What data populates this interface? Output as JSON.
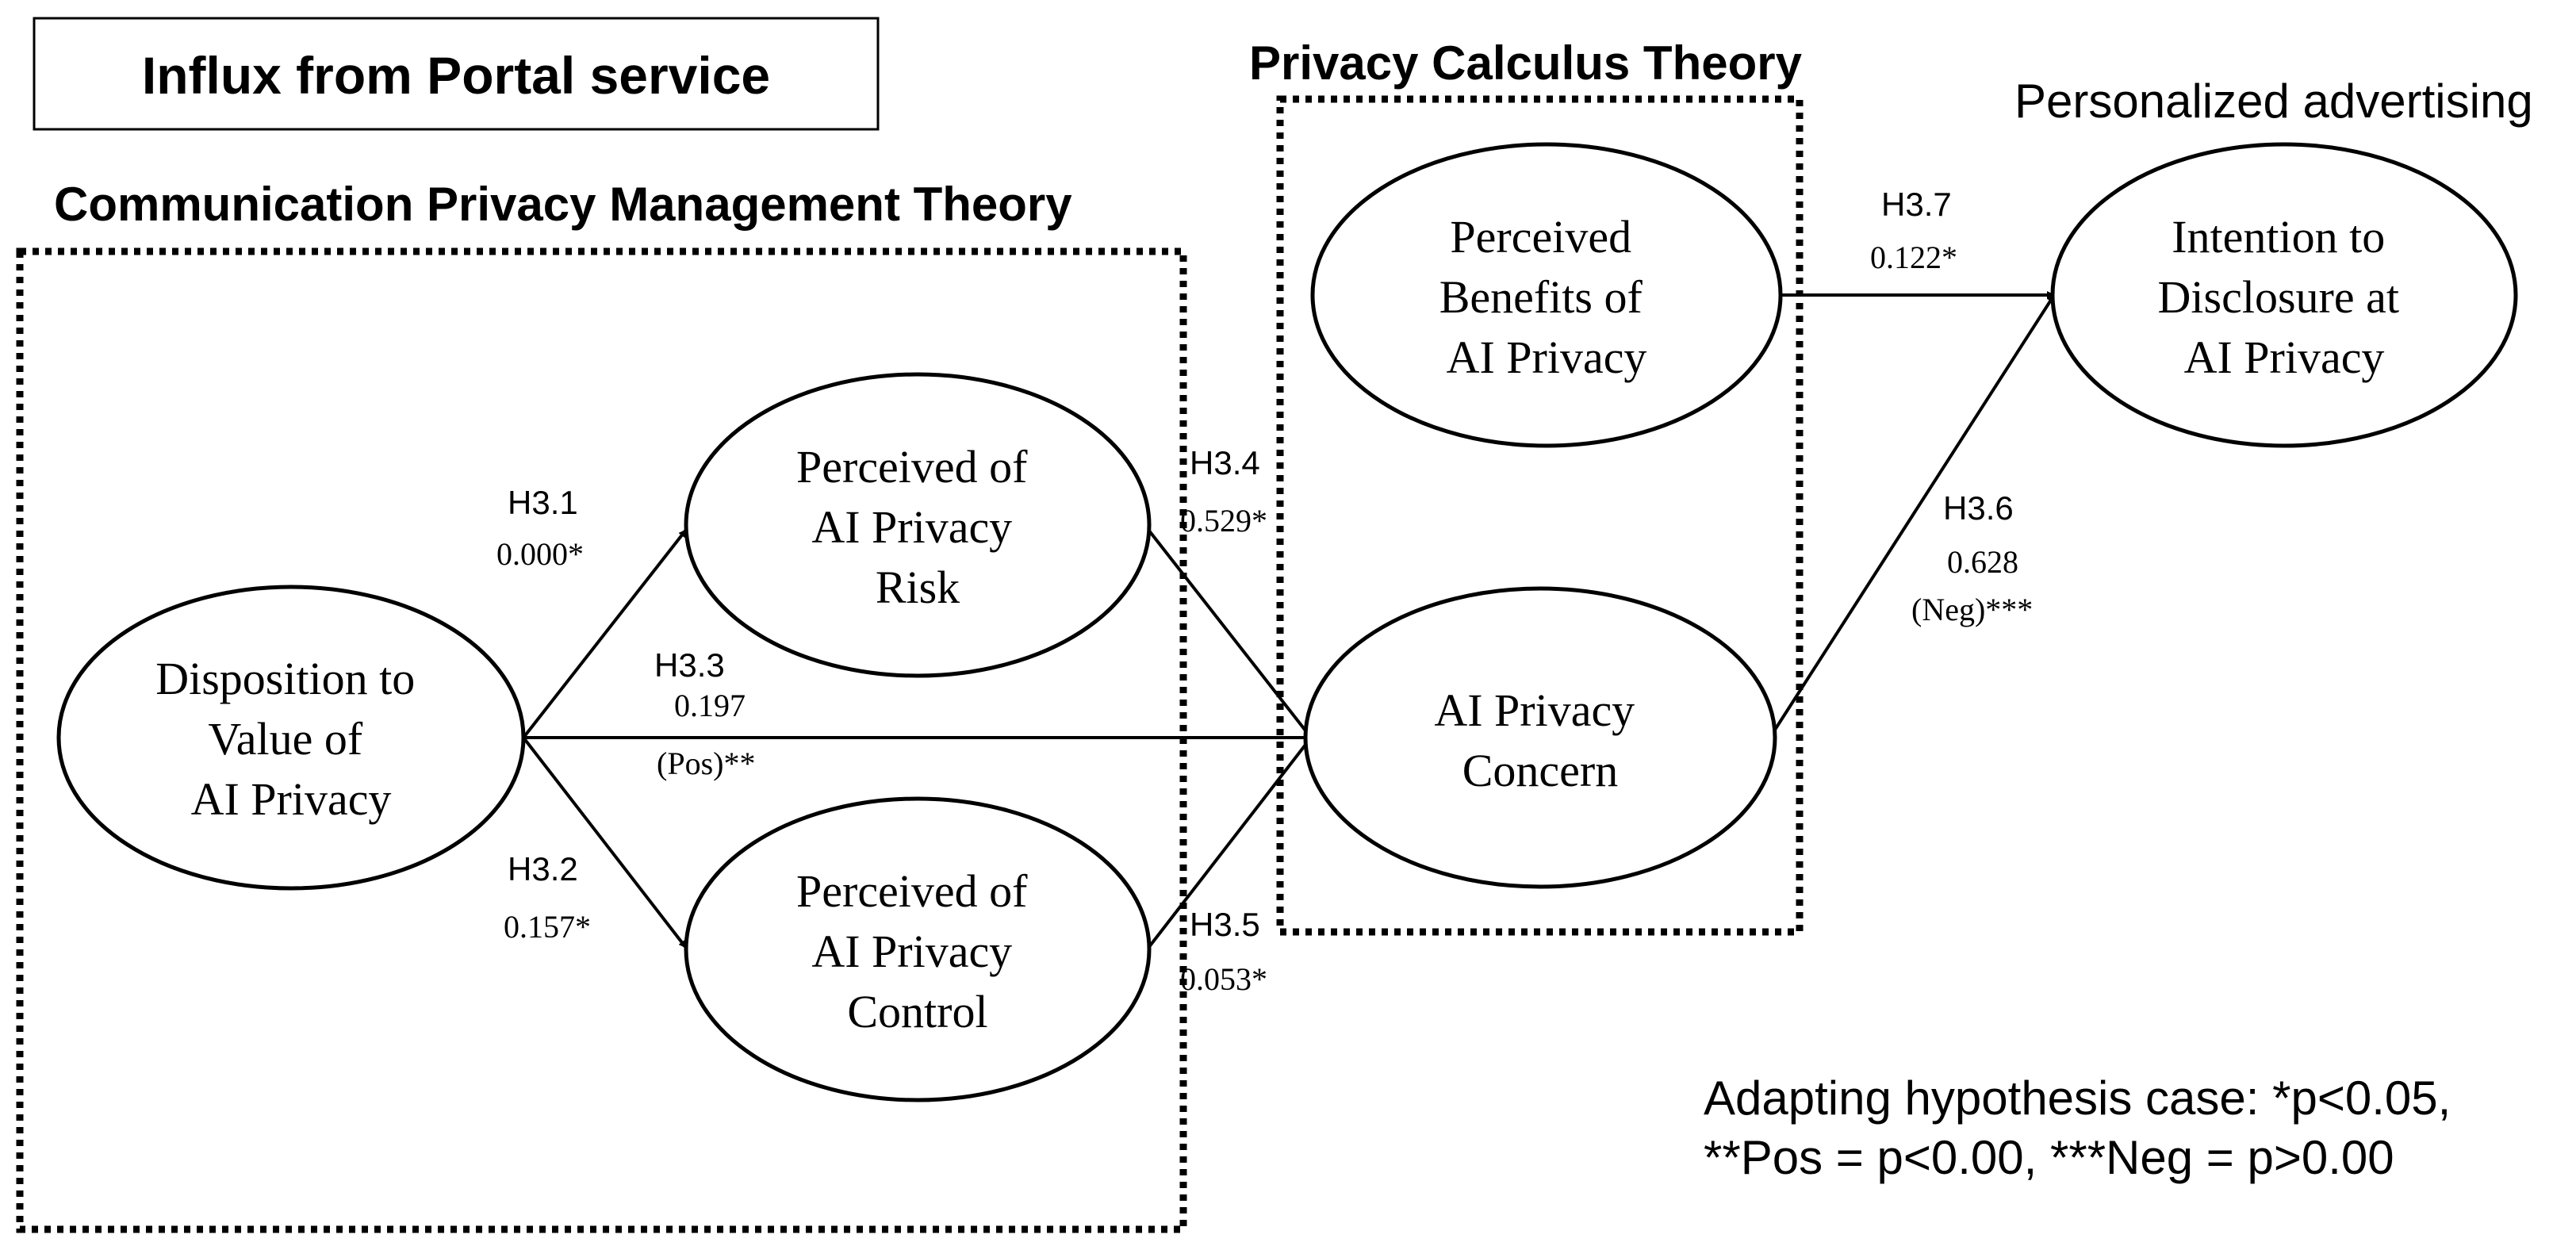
{
  "header": {
    "title": "Influx from Portal service"
  },
  "theories": {
    "cpm": "Communication Privacy Management Theory",
    "pc": "Privacy Calculus Theory"
  },
  "outcome_group": "Personalized advertising",
  "nodes": {
    "disposition": [
      "Disposition to",
      "Value of",
      "AI Privacy"
    ],
    "risk": [
      "Perceived of",
      "AI Privacy",
      "Risk"
    ],
    "control": [
      "Perceived of",
      "AI Privacy",
      "Control"
    ],
    "benefits": [
      "Perceived",
      "Benefits of",
      "AI Privacy"
    ],
    "concern": [
      "AI Privacy",
      "Concern"
    ],
    "intention": [
      "Intention to",
      "Disclosure at",
      "AI Privacy"
    ]
  },
  "hypotheses": {
    "h31": {
      "id": "H3.1",
      "value": "0.000*"
    },
    "h32": {
      "id": "H3.2",
      "value": "0.157*"
    },
    "h33": {
      "id": "H3.3",
      "value": "0.197",
      "sign": "(Pos)**"
    },
    "h34": {
      "id": "H3.4",
      "value": "0.529*"
    },
    "h35": {
      "id": "H3.5",
      "value": "0.053*"
    },
    "h36": {
      "id": "H3.6",
      "value": "0.628",
      "sign": "(Neg)***"
    },
    "h37": {
      "id": "H3.7",
      "value": "0.122*"
    }
  },
  "legend": {
    "line1": "Adapting hypothesis case: *p<0.05,",
    "line2": "**Pos = p<0.00, ***Neg = p>0.00"
  }
}
